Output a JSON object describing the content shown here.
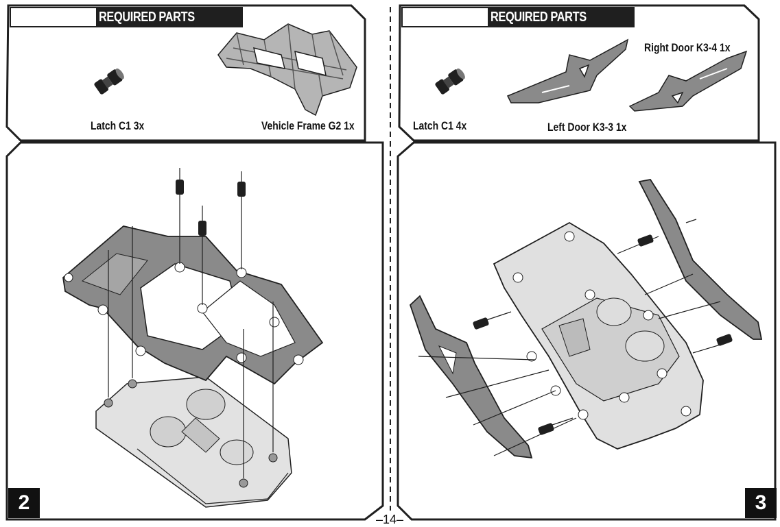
{
  "panel_left_top": {
    "header": "REQUIRED PARTS",
    "parts": [
      {
        "label": "Latch C1  3x",
        "icon": "latch-icon"
      },
      {
        "label": "Vehicle Frame G2 1x",
        "icon": "vehicle-frame-icon"
      }
    ]
  },
  "panel_right_top": {
    "header": "REQUIRED PARTS",
    "parts": [
      {
        "label": "Latch C1  4x",
        "icon": "latch-icon"
      },
      {
        "label": "Left Door K3-3  1x",
        "icon": "left-door-icon"
      },
      {
        "label": "Right Door K3-4  1x",
        "icon": "right-door-icon"
      }
    ]
  },
  "steps": [
    {
      "number": "2"
    },
    {
      "number": "3"
    }
  ],
  "page_number": "–14–",
  "colors": {
    "ink": "#1f1f1f",
    "part_fill": "#8a8a8a",
    "chassis_fill": "#e2e2e2"
  }
}
